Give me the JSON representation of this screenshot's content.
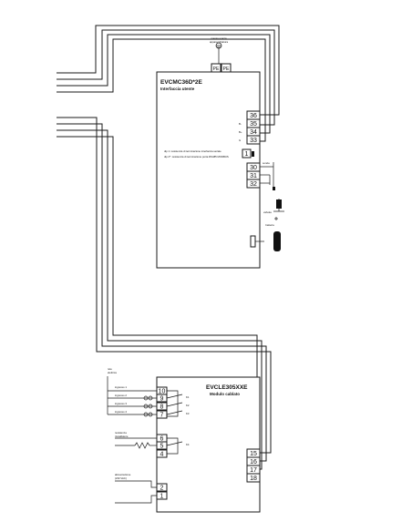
{
  "top_module": {
    "model": "EVCMC36D*2E",
    "subtitle": "Interfaccia utente",
    "pe_labels": [
      "PE",
      "PE"
    ],
    "ground_note": [
      "messa a terra",
      "apparecchiatura"
    ],
    "terminals_right": [
      "36",
      "35",
      "34",
      "33"
    ],
    "terminal_side_labels": [
      "B-",
      "B+",
      "G"
    ],
    "terminal_1": "1",
    "dip_notes": [
      "dip 1: resistenza di terminazione interfaccia seriale",
      "dip 2*: resistenza di terminazione porta RS485 MODBUS"
    ],
    "terminals_lower": [
      "30",
      "31",
      "32"
    ],
    "small_labels": [
      "sonda",
      "valvola",
      "batteria"
    ]
  },
  "bottom_module": {
    "model": "EVCLE305XXE",
    "subtitle": "Modulo cablato",
    "power_label": [
      "rete",
      "elettrica"
    ],
    "relay_terminals": [
      "10",
      "9",
      "8",
      "7"
    ],
    "relay_input_labels": [
      "ingresso 1",
      "ingresso 2",
      "ingresso 3",
      "ingresso 4"
    ],
    "relay_contacts": [
      "K1",
      "K2",
      "K3"
    ],
    "mid_terminals": [
      "6",
      "5",
      "4"
    ],
    "mid_label": [
      "resistenza",
      "riscaldatore"
    ],
    "mid_contact": "K4",
    "low_terminals": [
      "2",
      "1"
    ],
    "low_label": [
      "alimentazione",
      "(230 VAC)"
    ],
    "right_terminals": [
      "15",
      "16",
      "17",
      "18"
    ]
  }
}
